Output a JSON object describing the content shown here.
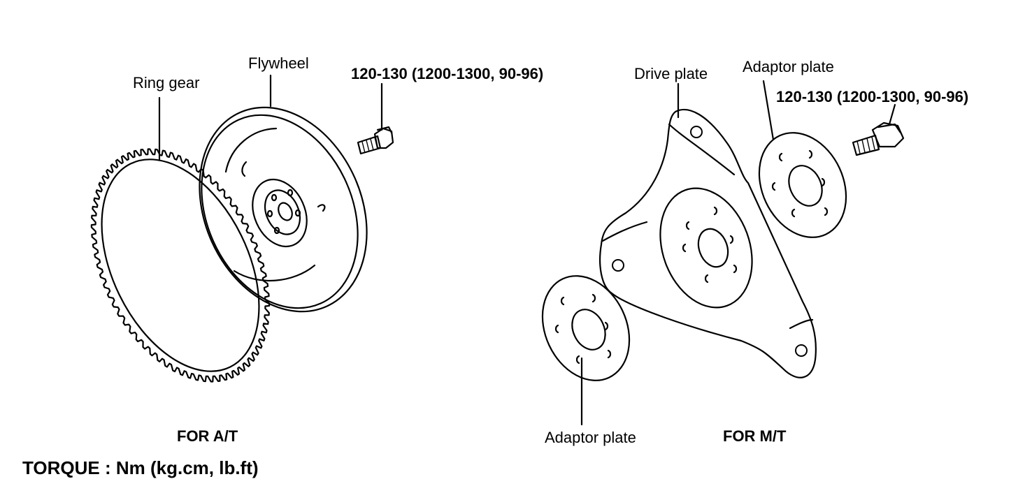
{
  "labels": {
    "ring_gear": "Ring gear",
    "flywheel": "Flywheel",
    "torque_at": "120-130 (1200-1300, 90-96)",
    "drive_plate": "Drive plate",
    "adaptor_plate_top": "Adaptor plate",
    "torque_mt": "120-130 (1200-1300, 90-96)",
    "adaptor_plate_bottom": "Adaptor plate",
    "for_at": "FOR A/T",
    "for_mt": "FOR M/T",
    "torque_units": "TORQUE : Nm (kg.cm, lb.ft)"
  }
}
